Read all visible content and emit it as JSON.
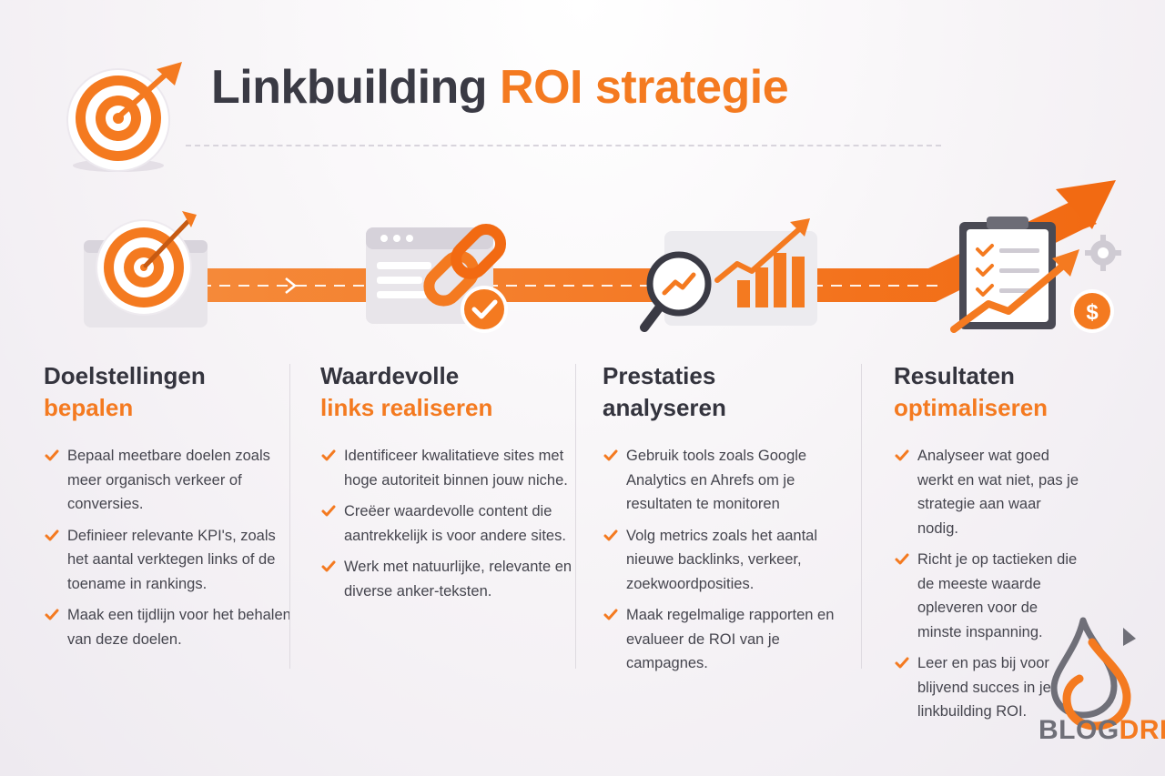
{
  "header": {
    "title_part1": "Linkbuilding",
    "title_part2": "ROI strategie",
    "icon": "target-arrow-icon"
  },
  "colors": {
    "accent": "#f47a20",
    "text_dark": "#3a3a44",
    "text_body": "#45454e"
  },
  "steps": [
    {
      "icon": "target-board-icon",
      "title_line1": "Doelstellingen",
      "title_line2": "bepalen",
      "bullets": [
        "Bepaal meetbare doelen zoals meer organisch verkeer of conversies.",
        "Definieer relevante KPI's, zoals het aantal verktegen links of de toename in rankings.",
        "Maak een tijdlijn voor het behalen van deze doelen."
      ]
    },
    {
      "icon": "link-chain-icon",
      "title_line1": "Waardevolle",
      "title_line2": "links realiseren",
      "bullets": [
        "Identificeer kwalitatieve sites met hoge autoriteit binnen jouw niche.",
        "Creëer waardevolle content die aantrekkelijk is voor andere sites.",
        "Werk met natuurlijke, relevante en diverse anker-teksten."
      ]
    },
    {
      "icon": "magnifier-chart-icon",
      "title_line1": "Prestaties",
      "title_line2": "analyseren",
      "bullets": [
        "Gebruik tools zoals Google Analytics en Ahrefs om je resultaten te monitoren",
        "Volg metrics zoals het aantal nieuwe backlinks, verkeer, zoekwoordposities.",
        "Maak regelmalige rapporten en evalueer de ROI van je campagnes."
      ]
    },
    {
      "icon": "clipboard-growth-icon",
      "title_line1": "Resultaten",
      "title_line2": "optimaliseren",
      "bullets": [
        "Analyseer wat goed werkt en wat niet, pas je strategie aan waar nodig.",
        "Richt je op tactieken die de meeste waarde opleveren voor de minste inspanning.",
        "Leer en pas bij voor blijvend succes in je linkbuilding ROI."
      ]
    }
  ],
  "brand": {
    "part1": "BLOG",
    "part2": "DRIP",
    "icon": "drop-logo-icon"
  }
}
